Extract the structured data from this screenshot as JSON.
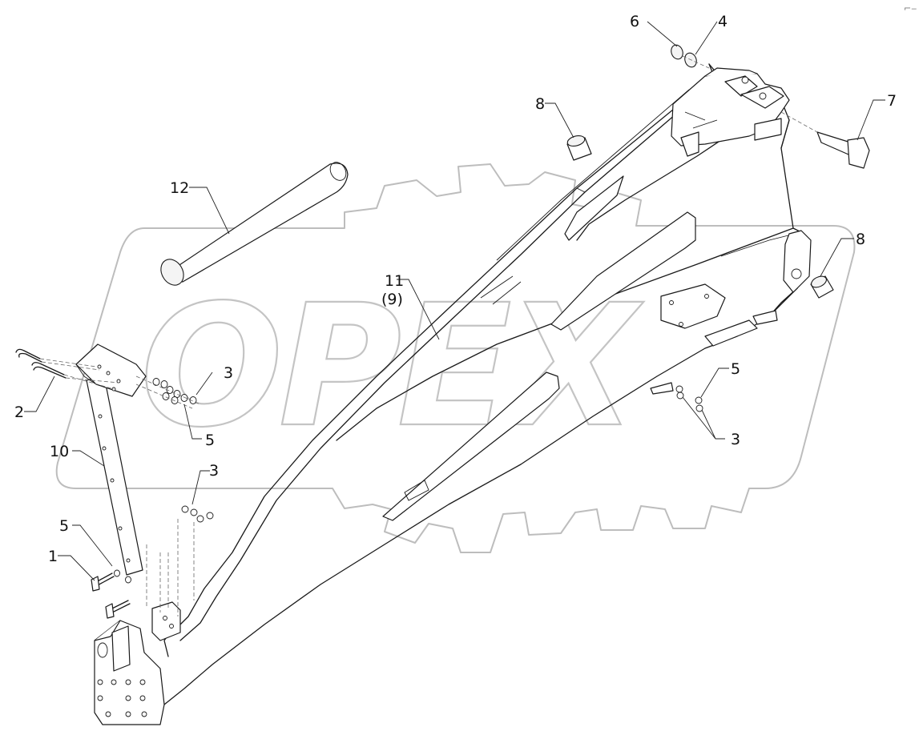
{
  "watermark": {
    "text": "OPEX"
  },
  "corner_mark": "⌐‒",
  "callouts": {
    "c1": "1",
    "c2": "2",
    "c3a": "3",
    "c3b": "3",
    "c3c": "3",
    "c4": "4",
    "c5a": "5",
    "c5b": "5",
    "c5c": "5",
    "c6": "6",
    "c7": "7",
    "c8a": "8",
    "c8b": "8",
    "c10": "10",
    "c11": "11",
    "c11sub": "(9)",
    "c12": "12"
  }
}
